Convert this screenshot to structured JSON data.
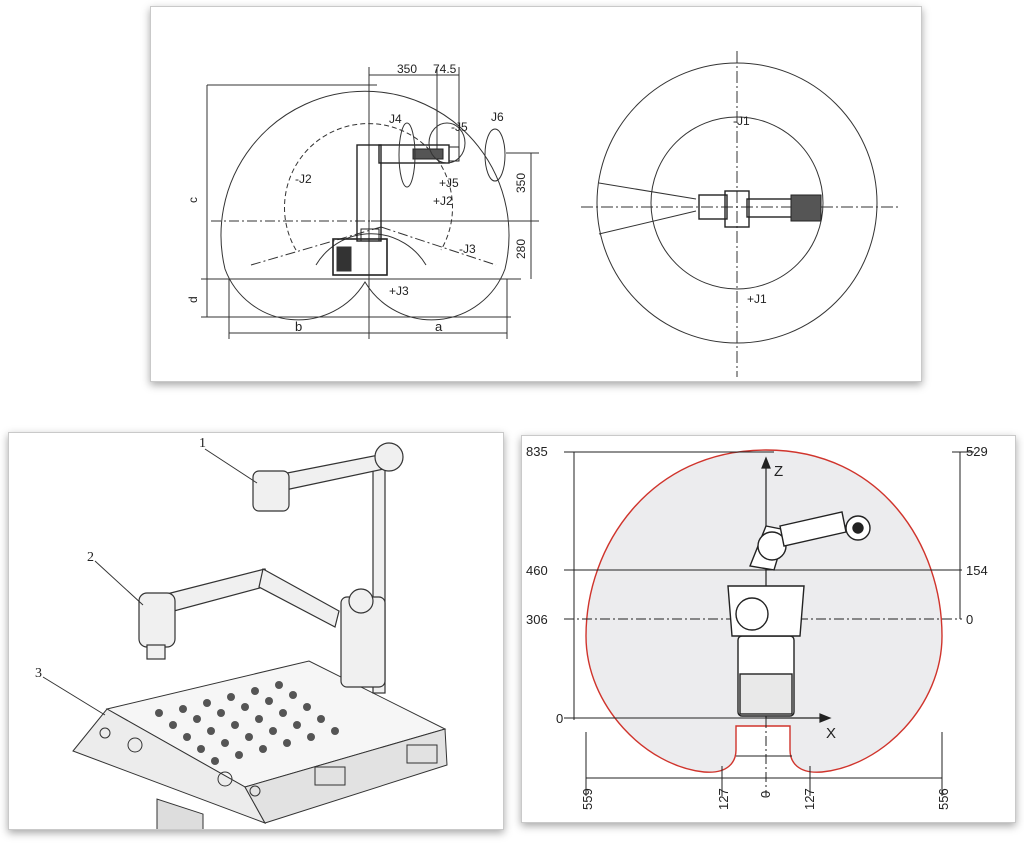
{
  "panel_top": {
    "dims": {
      "d350": "350",
      "d745": "74.5",
      "side350": "350",
      "side280": "280",
      "a": "a",
      "b": "b",
      "c": "c",
      "d": "d"
    },
    "joints": {
      "J4": "J4",
      "J5m": "-J5",
      "J6": "J6",
      "J2m": "-J2",
      "J5p": "+J5",
      "J2p": "+J2",
      "J3m": "-J3",
      "J3p": "+J3",
      "J1m": "-J1",
      "J1p": "+J1"
    }
  },
  "panel_left": {
    "callouts": {
      "c1": "1",
      "c2": "2",
      "c3": "3"
    }
  },
  "panel_right": {
    "left_ticks": {
      "t835": "835",
      "t460": "460",
      "t306": "306",
      "t0": "0"
    },
    "right_ticks": {
      "t529": "529",
      "t154": "154",
      "t0": "0"
    },
    "bottom_ticks": {
      "t559": "559",
      "t127a": "127",
      "t0": "0",
      "t127b": "127",
      "t556": "556"
    },
    "axes": {
      "z": "Z",
      "x": "X"
    },
    "envelope_color": "#d0342c",
    "fill_color": "#ececee"
  }
}
